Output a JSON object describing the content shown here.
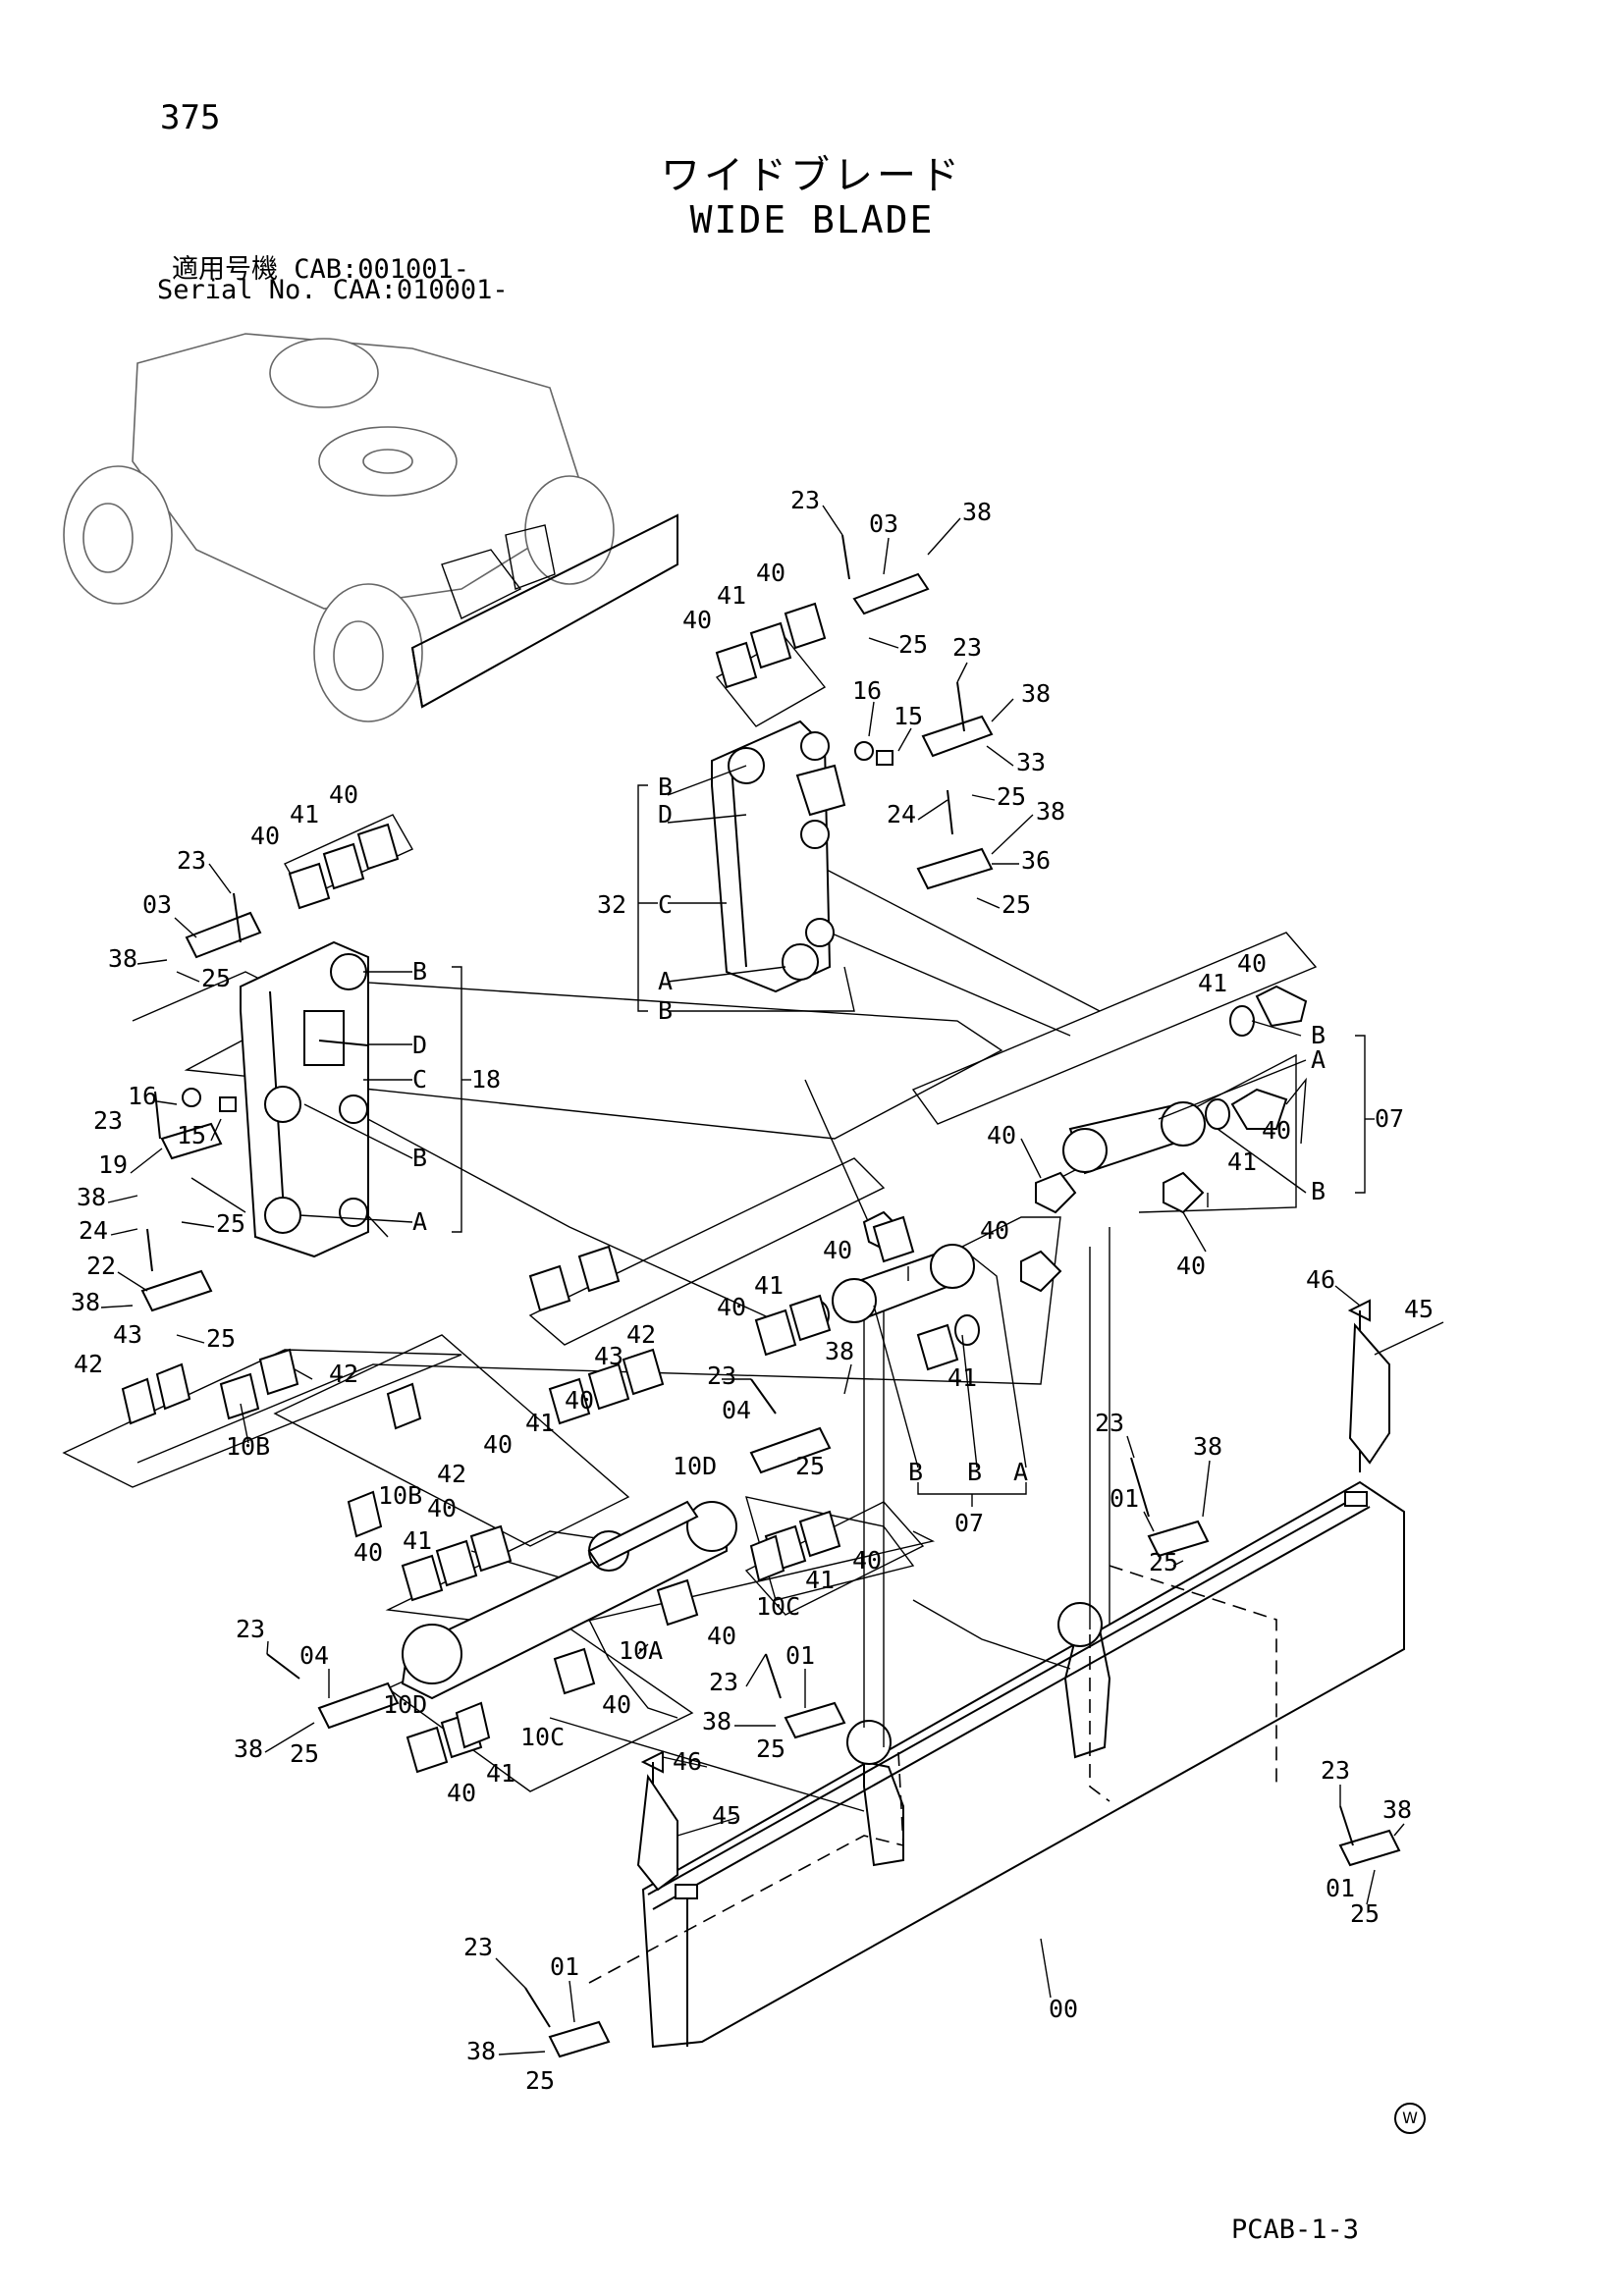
{
  "header": {
    "page_number": "375",
    "title_jp": "ワイドブレード",
    "title_en": "WIDE BLADE",
    "serial_line_1": "適用号機 CAB:001001-",
    "serial_line_2": "Serial No. CAA:010001-"
  },
  "footer": {
    "catalog_code": "PCAB-1-3",
    "mark": "W"
  },
  "callouts": {
    "c23a": "23",
    "c03a": "03",
    "c38a": "38",
    "c40a": "40",
    "c41a": "41",
    "c40b": "40",
    "c25a": "25",
    "c23b": "23",
    "c16a": "16",
    "c15a": "15",
    "c38b": "38",
    "c33": "33",
    "c24a": "24",
    "c25b": "25",
    "c38c": "38",
    "c36": "36",
    "c25c": "25",
    "c32": "32",
    "lB1": "B",
    "lD1": "D",
    "lC1": "C",
    "lA1": "A",
    "lB2": "B",
    "c40c": "40",
    "c41b": "41",
    "c40d": "40",
    "c23c": "23",
    "c03b": "03",
    "c38d": "38",
    "c25d": "25",
    "lB3": "B",
    "lD2": "D",
    "lC2": "C",
    "c18": "18",
    "lB4": "B",
    "lA2": "A",
    "c16b": "16",
    "c15b": "15",
    "c23d": "23",
    "c19": "19",
    "c38e": "38",
    "c25e": "25",
    "c24b": "24",
    "c22": "22",
    "c38f": "38",
    "c43a": "43",
    "c25f": "25",
    "c42a": "42",
    "c42b": "42",
    "c10Ba": "10B",
    "c40e": "40",
    "c41c": "41",
    "lB5": "B",
    "lA3": "A",
    "c40f": "40",
    "c41d": "41",
    "c40g": "40",
    "lB6": "B",
    "c07a": "07",
    "c40h": "40",
    "c40i": "40",
    "c41e": "41",
    "c40j": "40",
    "c43b": "43",
    "c42c": "42",
    "c40k": "40",
    "c38g": "38",
    "c23e": "23",
    "c40l": "40",
    "c41f": "41",
    "c40m": "40",
    "c41g": "41",
    "lB7": "B",
    "lB8": "B",
    "lA4": "A",
    "c07b": "07",
    "c04a": "04",
    "c25g": "25",
    "c10Da": "10D",
    "c10Bb": "10B",
    "c42d": "42",
    "c40n": "40",
    "c41h": "41",
    "c40o": "40",
    "c41i": "41",
    "c40p": "40",
    "c10Ca": "10C",
    "c46a": "46",
    "c45a": "45",
    "c23f": "23",
    "c38h": "38",
    "c01a": "01",
    "c25h": "25",
    "c23g": "23",
    "c04b": "04",
    "c10Db": "10D",
    "c38i": "38",
    "c25i": "25",
    "c10A": "10A",
    "c10Cb": "10C",
    "c41j": "41",
    "c40q": "40",
    "c40r": "40",
    "c40s": "40",
    "c23h": "23",
    "c01b": "01",
    "c38j": "38",
    "c25j": "25",
    "c46b": "46",
    "c45b": "45",
    "c23i": "23",
    "c38k": "38",
    "c01c": "01",
    "c25k": "25",
    "c23j": "23",
    "c01d": "01",
    "c38l": "38",
    "c25l": "25",
    "c00": "00"
  }
}
